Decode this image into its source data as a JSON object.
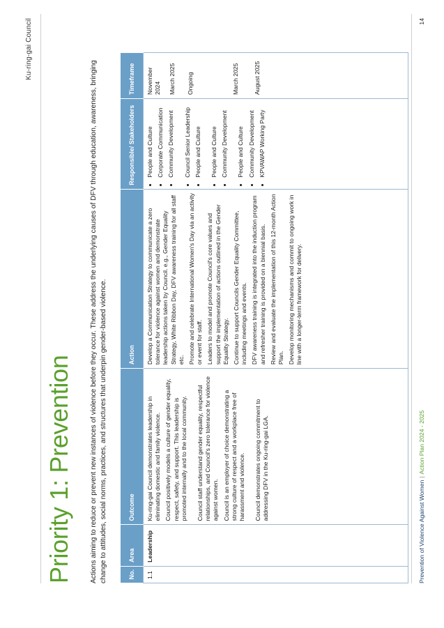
{
  "brand": "Ku-ring-gai Council",
  "title": "Priority 1: Prevention",
  "intro": "Actions aiming to reduce or prevent new instances of violence before they occur. These address the underlying causes of DFV through education, awareness, bringing change to attitudes, social norms, practices, and structures that underpin gender-based violence.",
  "table": {
    "headers": {
      "no": "No.",
      "area": "Area",
      "outcome": "Outcome",
      "action": "Action",
      "responsible": "Responsible/ Stakeholders",
      "timeframe": "Timeframe"
    },
    "row": {
      "no": "1.1",
      "area": "Leadership",
      "outcomes": [
        "Ku-ring-gai Council demonstrates leadership in eliminating domestic and family violence.",
        "Council positively models a culture of gender equality, respect, safety, and support. This leadership is promoted internally and to the local community.",
        "Council staff understand gender equality, respectful relationships, and Council's zero tolerance for violence against women.",
        "Council is an employer of choice demonstrating a strong culture of respect and a workplace free of harassment and violence.",
        "Council demonstrates ongoing commitment to addressing DFV in the Ku-ring-gai LGA."
      ],
      "actions": [
        "Develop a Communication Strategy to communicate a zero tolerance for violence against women and demonstrate leadership actions taken by Council. e.g., Gender Equality Strategy, White Ribbon Day, DFV awareness training for all staff etc.",
        "Promote and celebrate International Women's Day via an activity or event for staff.",
        "Leaders to model and promote Council's core values and support the implementation of actions outlined in the Gender Equality Strategy.",
        "Continue to support Councils Gender Equality Committee, including meetings and events.",
        "DFV awareness training is integrated into the induction program and refresher training is provided on a biennial basis.",
        "Review and evaluate the implementation of this 12-month Action Plan.",
        "Develop monitoring mechanisms and commit to ongoing work in line with a longer-term framework for delivery."
      ],
      "stakeholders": [
        "People and Culture",
        "Corporate Communication",
        "Community Development",
        "Council Senior Leadership",
        "People and Culture",
        "People and Culture",
        "Community Development",
        "People and Culture",
        "Community Development",
        "KPVAWAP Working Party"
      ],
      "timeframes": [
        "November 2024",
        "March 2025",
        "Ongoing",
        "March 2025",
        "August 2025"
      ]
    }
  },
  "footer": {
    "doc": "Prevention of Violence Against Women",
    "sep": "|",
    "plan": "Action Plan 2024 - 2025",
    "page": "14"
  }
}
